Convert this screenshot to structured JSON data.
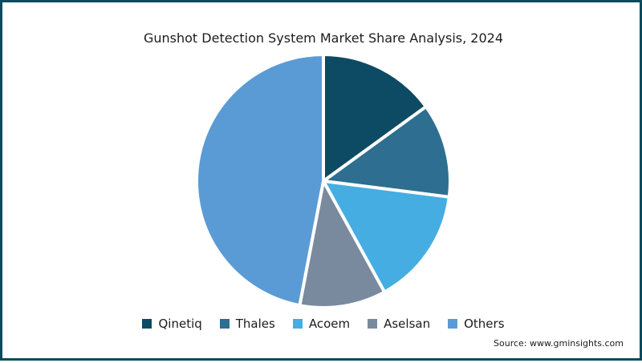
{
  "chart_data": {
    "type": "pie",
    "title": "Gunshot Detection System Market Share Analysis, 2024",
    "categories": [
      "Qinetiq",
      "Thales",
      "Acoem",
      "Aselsan",
      "Others"
    ],
    "values": [
      15,
      12,
      15,
      11,
      47
    ],
    "colors": [
      "#0d4a63",
      "#2e6e90",
      "#45ade2",
      "#7a8a9e",
      "#5b9bd5"
    ],
    "legend_position": "bottom",
    "start_angle_deg": 0,
    "direction": "clockwise"
  },
  "source": "Source: www.gminsights.com"
}
